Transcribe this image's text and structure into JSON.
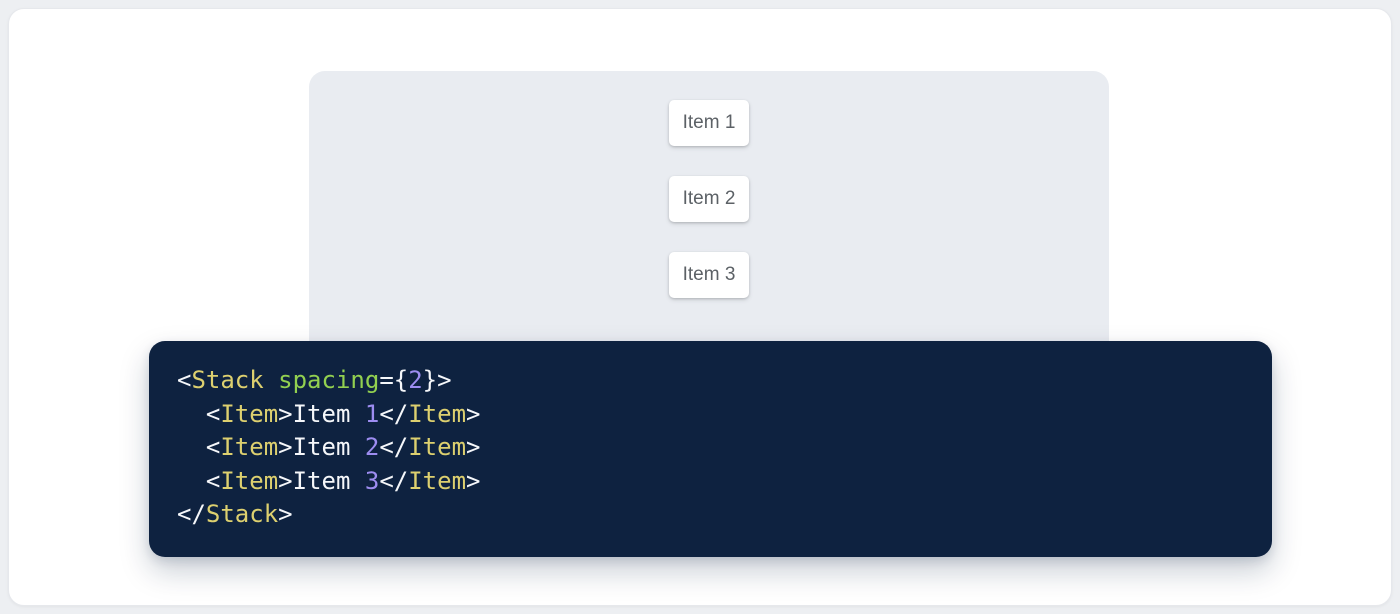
{
  "colors": {
    "page_bg": "#edeff2",
    "card_bg": "#ffffff",
    "preview_bg": "#e9ecf1",
    "code_bg": "#0e2240",
    "token_tag": "#ddd06f",
    "token_attr": "#92d050",
    "token_number": "#9d8df1",
    "token_punct": "#f5f7fa",
    "token_plain": "#f5f7fa",
    "item_text": "#5c6166"
  },
  "preview": {
    "items": [
      {
        "label": "Item 1"
      },
      {
        "label": "Item 2"
      },
      {
        "label": "Item 3"
      }
    ]
  },
  "code": {
    "language": "jsx",
    "text": "<Stack spacing={2}>\n  <Item>Item 1</Item>\n  <Item>Item 2</Item>\n  <Item>Item 3</Item>\n</Stack>",
    "lines": [
      {
        "tokens": [
          {
            "t": "<",
            "c": "punct"
          },
          {
            "t": "Stack",
            "c": "tag"
          },
          {
            "t": " ",
            "c": "plain"
          },
          {
            "t": "spacing",
            "c": "attr"
          },
          {
            "t": "={",
            "c": "punct"
          },
          {
            "t": "2",
            "c": "num"
          },
          {
            "t": "}>",
            "c": "punct"
          }
        ]
      },
      {
        "tokens": [
          {
            "t": "  ",
            "c": "plain"
          },
          {
            "t": "<",
            "c": "punct"
          },
          {
            "t": "Item",
            "c": "tag"
          },
          {
            "t": ">",
            "c": "punct"
          },
          {
            "t": "Item ",
            "c": "plain"
          },
          {
            "t": "1",
            "c": "num"
          },
          {
            "t": "</",
            "c": "punct"
          },
          {
            "t": "Item",
            "c": "tag"
          },
          {
            "t": ">",
            "c": "punct"
          }
        ]
      },
      {
        "tokens": [
          {
            "t": "  ",
            "c": "plain"
          },
          {
            "t": "<",
            "c": "punct"
          },
          {
            "t": "Item",
            "c": "tag"
          },
          {
            "t": ">",
            "c": "punct"
          },
          {
            "t": "Item ",
            "c": "plain"
          },
          {
            "t": "2",
            "c": "num"
          },
          {
            "t": "</",
            "c": "punct"
          },
          {
            "t": "Item",
            "c": "tag"
          },
          {
            "t": ">",
            "c": "punct"
          }
        ]
      },
      {
        "tokens": [
          {
            "t": "  ",
            "c": "plain"
          },
          {
            "t": "<",
            "c": "punct"
          },
          {
            "t": "Item",
            "c": "tag"
          },
          {
            "t": ">",
            "c": "punct"
          },
          {
            "t": "Item ",
            "c": "plain"
          },
          {
            "t": "3",
            "c": "num"
          },
          {
            "t": "</",
            "c": "punct"
          },
          {
            "t": "Item",
            "c": "tag"
          },
          {
            "t": ">",
            "c": "punct"
          }
        ]
      },
      {
        "tokens": [
          {
            "t": "</",
            "c": "punct"
          },
          {
            "t": "Stack",
            "c": "tag"
          },
          {
            "t": ">",
            "c": "punct"
          }
        ]
      }
    ]
  }
}
